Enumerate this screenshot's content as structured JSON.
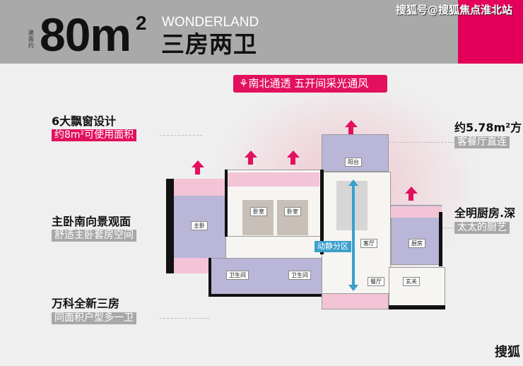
{
  "header": {
    "area_prefix": "建面约",
    "area": "80m",
    "area_sup": "2",
    "subtitle_en": "WONDERLAND",
    "layout": "三房两卫"
  },
  "watermark_top": "搜狐号@搜狐焦点淮北站",
  "watermark_bottom": "搜狐",
  "banner": "⚘南北通透 五开间采光通风",
  "features_left": [
    {
      "title": "6大飘窗设计",
      "tag": "约8m²可使用面积"
    },
    {
      "title": "主卧南向景观面",
      "tag": "舒适主卧套房空间"
    },
    {
      "title": "万科全新三房",
      "tag": "同面积户型多一卫"
    }
  ],
  "features_right": [
    {
      "title": "约5.78m²方",
      "tag": "客餐厅直连"
    },
    {
      "title": "全明厨房.深",
      "tag": "太太的厨艺"
    }
  ],
  "rooms": {
    "master": "主卧",
    "bed1": "卧室",
    "bed2": "卧室",
    "balcony": "阳台",
    "living": "客厅",
    "kitchen": "厨房",
    "bath1": "卫生间",
    "bath2": "卫生间",
    "dining": "餐厅",
    "entry": "玄关"
  },
  "zone_label": "动静分区",
  "colors": {
    "accent": "#e2105e",
    "zone": "#3aa0cc",
    "room": "#b9b6d8"
  }
}
